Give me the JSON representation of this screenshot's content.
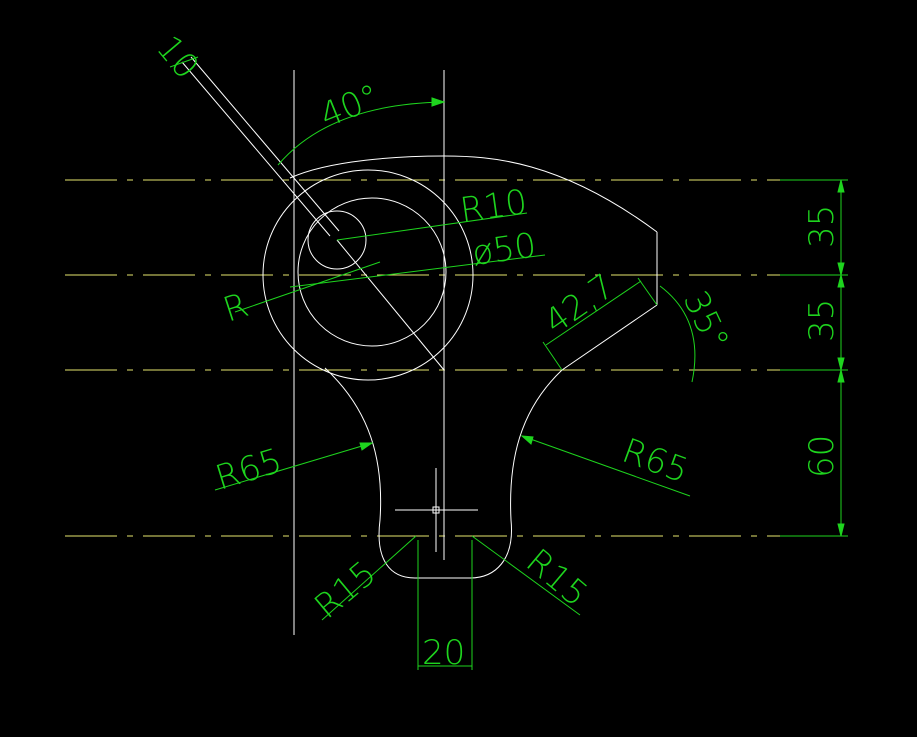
{
  "colors": {
    "background": "#000000",
    "centerline": "#e6e66e",
    "geometry": "#ffffff",
    "dimension": "#1ed41e"
  },
  "dimensions": {
    "bar_width": "10",
    "angle_top": "40°",
    "r10": "R10",
    "dia50": "ø50",
    "r_unspecified": "R",
    "len_42_7": "42,7",
    "angle_35": "35°",
    "v35_top": "35",
    "v35_mid": "35",
    "v60": "60",
    "r65_left": "R65",
    "r65_right": "R65",
    "r15_left": "R15",
    "r15_right": "R15",
    "w20": "20"
  }
}
